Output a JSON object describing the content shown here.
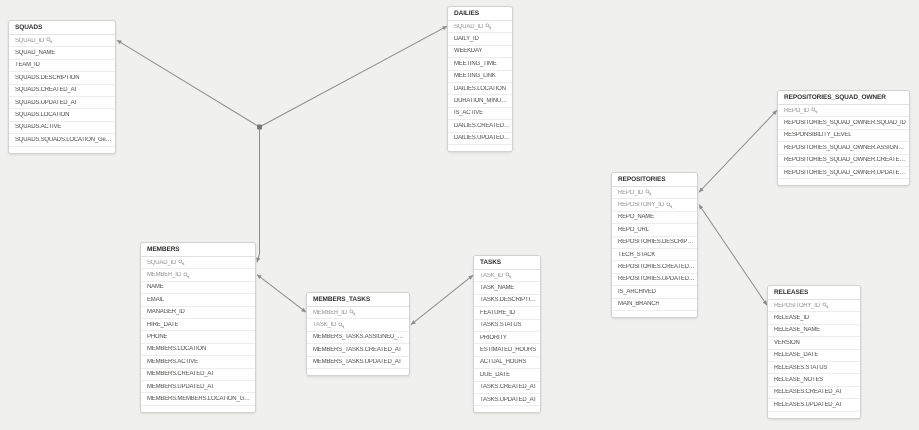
{
  "diagram": {
    "kind": "database-schema-er-diagram",
    "colors": {
      "canvas_bg": "#f0f0ee",
      "table_bg": "#ffffff",
      "table_border": "#d2d2d0",
      "row_divider": "#ededeb",
      "header_text": "#2e2e2c",
      "field_text": "#4c4c4a",
      "primary_key_text": "#90908e",
      "relationship_line": "#8d8d8b",
      "junction_dot": "#767674",
      "key_icon": "#a9a9a7"
    },
    "icons": {
      "primary_key": "key-icon"
    }
  },
  "tables": [
    {
      "id": "SQUADS",
      "title": "SQUADS",
      "fields": [
        {
          "name": "SQUAD_ID",
          "key": true
        },
        {
          "name": "SQUAD_NAME"
        },
        {
          "name": "TEAM_ID"
        },
        {
          "name": "SQUADS.DESCRIPTION"
        },
        {
          "name": "SQUADS.CREATED_AT"
        },
        {
          "name": "SQUADS.UPDATED_AT"
        },
        {
          "name": "SQUADS.LOCATION"
        },
        {
          "name": "SQUADS.ACTIVE"
        },
        {
          "name": "SQUADS.SQUADS.LOCATION_GeoInfo"
        }
      ]
    },
    {
      "id": "DAILIES",
      "title": "DAILIES",
      "fields": [
        {
          "name": "SQUAD_ID",
          "key": true
        },
        {
          "name": "DAILY_ID"
        },
        {
          "name": "WEEKDAY"
        },
        {
          "name": "MEETING_TIME"
        },
        {
          "name": "MEETING_LINK"
        },
        {
          "name": "DAILIES.LOCATION"
        },
        {
          "name": "DURATION_MINUTES"
        },
        {
          "name": "IS_ACTIVE"
        },
        {
          "name": "DAILIES.CREATED_AT"
        },
        {
          "name": "DAILIES.UPDATED_AT"
        }
      ]
    },
    {
      "id": "MEMBERS",
      "title": "MEMBERS",
      "fields": [
        {
          "name": "SQUAD_ID",
          "key": true
        },
        {
          "name": "MEMBER_ID",
          "key": true
        },
        {
          "name": "NAME"
        },
        {
          "name": "EMAIL"
        },
        {
          "name": "MANAGER_ID"
        },
        {
          "name": "HIRE_DATE"
        },
        {
          "name": "PHONE"
        },
        {
          "name": "MEMBERS.LOCATION"
        },
        {
          "name": "MEMBERS.ACTIVE"
        },
        {
          "name": "MEMBERS.CREATED_AT"
        },
        {
          "name": "MEMBERS.UPDATED_AT"
        },
        {
          "name": "MEMBERS.MEMBERS.LOCATION_GeoI..."
        }
      ]
    },
    {
      "id": "MEMBERS_TASKS",
      "title": "MEMBERS_TASKS",
      "fields": [
        {
          "name": "MEMBER_ID",
          "key": true
        },
        {
          "name": "TASK_ID",
          "key": true
        },
        {
          "name": "MEMBERS_TASKS.ASSIGNED_DATE"
        },
        {
          "name": "MEMBERS_TASKS.CREATED_AT"
        },
        {
          "name": "MEMBERS_TASKS.UPDATED_AT"
        }
      ]
    },
    {
      "id": "TASKS",
      "title": "TASKS",
      "fields": [
        {
          "name": "TASK_ID",
          "key": true
        },
        {
          "name": "TASK_NAME"
        },
        {
          "name": "TASKS.DESCRIPTION"
        },
        {
          "name": "FEATURE_ID"
        },
        {
          "name": "TASKS.STATUS"
        },
        {
          "name": "PRIORITY"
        },
        {
          "name": "ESTIMATED_HOURS"
        },
        {
          "name": "ACTUAL_HOURS"
        },
        {
          "name": "DUE_DATE"
        },
        {
          "name": "TASKS.CREATED_AT"
        },
        {
          "name": "TASKS.UPDATED_AT"
        }
      ]
    },
    {
      "id": "REPOSITORIES",
      "title": "REPOSITORIES",
      "fields": [
        {
          "name": "REPO_ID",
          "key": true
        },
        {
          "name": "REPOSITORY_ID",
          "key": true
        },
        {
          "name": "REPO_NAME"
        },
        {
          "name": "REPO_URL"
        },
        {
          "name": "REPOSITORIES.DESCRIPTION"
        },
        {
          "name": "TECH_STACK"
        },
        {
          "name": "REPOSITORIES.CREATED_AT"
        },
        {
          "name": "REPOSITORIES.UPDATED_AT"
        },
        {
          "name": "IS_ARCHIVED"
        },
        {
          "name": "MAIN_BRANCH"
        }
      ]
    },
    {
      "id": "REPOSITORIES_SQUAD_OWNER",
      "title": "REPOSITORIES_SQUAD_OWNER",
      "fields": [
        {
          "name": "REPO_ID",
          "key": true
        },
        {
          "name": "REPOSITORIES_SQUAD_OWNER.SQUAD_ID"
        },
        {
          "name": "RESPONSIBILITY_LEVEL"
        },
        {
          "name": "REPOSITORIES_SQUAD_OWNER.ASSIGNED_DATE"
        },
        {
          "name": "REPOSITORIES_SQUAD_OWNER.CREATED_AT"
        },
        {
          "name": "REPOSITORIES_SQUAD_OWNER.UPDATED_AT"
        }
      ]
    },
    {
      "id": "RELEASES",
      "title": "RELEASES",
      "fields": [
        {
          "name": "REPOSITORY_ID",
          "key": true
        },
        {
          "name": "RELEASE_ID"
        },
        {
          "name": "RELEASE_NAME"
        },
        {
          "name": "VERSION"
        },
        {
          "name": "RELEASE_DATE"
        },
        {
          "name": "RELEASES.STATUS"
        },
        {
          "name": "RELEASE_NOTES"
        },
        {
          "name": "RELEASES.CREATED_AT"
        },
        {
          "name": "RELEASES.UPDATED_AT"
        }
      ]
    }
  ],
  "relationships": [
    {
      "from": "SQUADS.SQUAD_ID",
      "to": "DAILIES.SQUAD_ID",
      "via_junction": true
    },
    {
      "from": "SQUADS.SQUAD_ID",
      "to": "MEMBERS.SQUAD_ID",
      "via_junction": true
    },
    {
      "from": "MEMBERS.MEMBER_ID",
      "to": "MEMBERS_TASKS.MEMBER_ID"
    },
    {
      "from": "MEMBERS_TASKS.TASK_ID",
      "to": "TASKS.TASK_ID"
    },
    {
      "from": "REPOSITORIES.REPO_ID",
      "to": "REPOSITORIES_SQUAD_OWNER.REPO_ID"
    },
    {
      "from": "REPOSITORIES.REPOSITORY_ID",
      "to": "RELEASES.REPOSITORY_ID"
    }
  ]
}
